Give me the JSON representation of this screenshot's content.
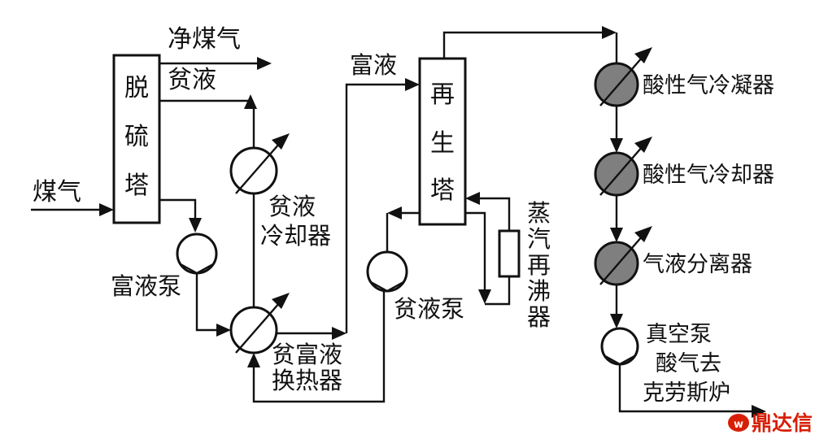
{
  "labels": {
    "clean_gas": "净煤气",
    "lean_solution_top": "贫液",
    "desulfurization_tower": [
      "脱",
      "硫",
      "塔"
    ],
    "coal_gas": "煤气",
    "rich_solution_pump": "富液泵",
    "lean_solution_cooler": [
      "贫液",
      "冷却器"
    ],
    "lean_rich_exchanger": [
      "贫富液",
      "换热器"
    ],
    "rich_solution": "富液",
    "regeneration_tower": [
      "再",
      "生",
      "塔"
    ],
    "steam_reboiler": [
      "蒸",
      "汽",
      "再",
      "沸",
      "器"
    ],
    "lean_solution_pump": "贫液泵",
    "acid_gas_condenser": "酸性气冷凝器",
    "acid_gas_cooler": "酸性气冷却器",
    "gas_liquid_separator": "气液分离器",
    "vacuum_pump": "真空泵",
    "acid_gas_to_claus": [
      "酸气去",
      "克劳斯炉"
    ]
  },
  "watermark": {
    "text": "鼎达信"
  },
  "colors": {
    "line": "#111111",
    "grey_equipment": "#7f7f7f",
    "watermark": "#d81e06"
  }
}
